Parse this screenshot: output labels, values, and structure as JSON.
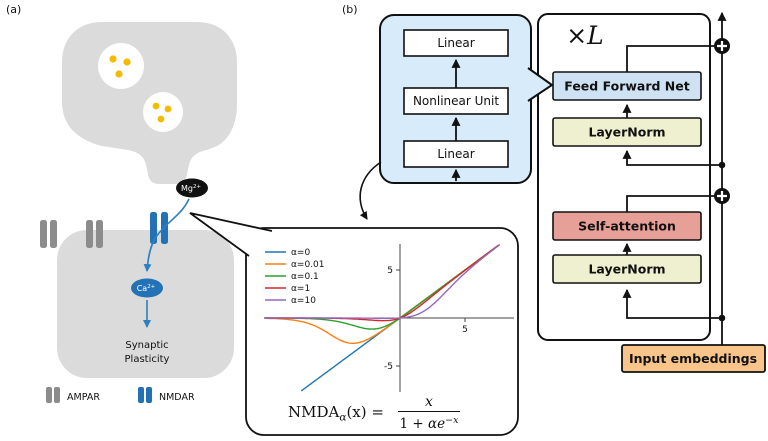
{
  "figure": {
    "panel_a_label": "(a)",
    "panel_b_label": "(b)"
  },
  "panel_a": {
    "mg_ion": {
      "main": "Mg",
      "sup": "2+"
    },
    "ca_ion": {
      "main": "Ca",
      "sup": "2+"
    },
    "plasticity": {
      "line1": "Synaptic",
      "line2": "Plasticity"
    },
    "legend": {
      "ampar": "AMPAR",
      "nmdar": "NMDAR"
    },
    "colors": {
      "membrane": "#dbdbdb",
      "ampar": "#8c8c8c",
      "nmdar": "#2272b5",
      "vesicle_dot": "#f3bb00",
      "ion_arrow": "#2e7fc2",
      "muted_text": "#a3a3a3",
      "mg_fill": "#111111",
      "ca_fill": "#2272b5"
    }
  },
  "callout": {
    "boxes": [
      "Linear",
      "Nonlinear Unit",
      "Linear"
    ],
    "fill": "#d7ebfa"
  },
  "transformer": {
    "multiplier": {
      "times": "×",
      "var": "L"
    },
    "blocks": [
      {
        "label": "Feed Forward Net",
        "fill": "#cfe2f3"
      },
      {
        "label": "LayerNorm",
        "fill": "#eef0cf"
      },
      {
        "label": "Self-attention",
        "fill": "#e7a097"
      },
      {
        "label": "LayerNorm",
        "fill": "#eef0cf"
      }
    ],
    "input": {
      "label": "Input embeddings",
      "fill": "#f9c489"
    }
  },
  "chart_data": {
    "type": "line",
    "title": "",
    "xlabel": "",
    "ylabel": "",
    "x_range": [
      -10.4,
      8.7
    ],
    "y_range": [
      -7.7,
      7.7
    ],
    "x_ticks": [
      {
        "value": 5,
        "label": "5"
      }
    ],
    "y_ticks": [
      {
        "value": 5,
        "label": "5"
      },
      {
        "value": -5,
        "label": "-5"
      }
    ],
    "grid": false,
    "legend_position": "upper left",
    "function": "NMDA_alpha(x) = x / (1 + alpha * exp(-x))",
    "series": [
      {
        "name": "α=0",
        "alpha": 0,
        "color": "#1f77b4"
      },
      {
        "name": "α=0.01",
        "alpha": 0.01,
        "color": "#ff7f0e"
      },
      {
        "name": "α=0.1",
        "alpha": 0.1,
        "color": "#2ca02c"
      },
      {
        "name": "α=1",
        "alpha": 1,
        "color": "#d62728"
      },
      {
        "name": "α=10",
        "alpha": 10,
        "color": "#9467bd"
      }
    ]
  },
  "formula": {
    "name": "NMDA",
    "sub": "α",
    "rest": "(x) =",
    "numerator": "x",
    "den_pre": "1 + ",
    "den_alpha": "α",
    "den_e": "e",
    "den_exp": "−x"
  }
}
